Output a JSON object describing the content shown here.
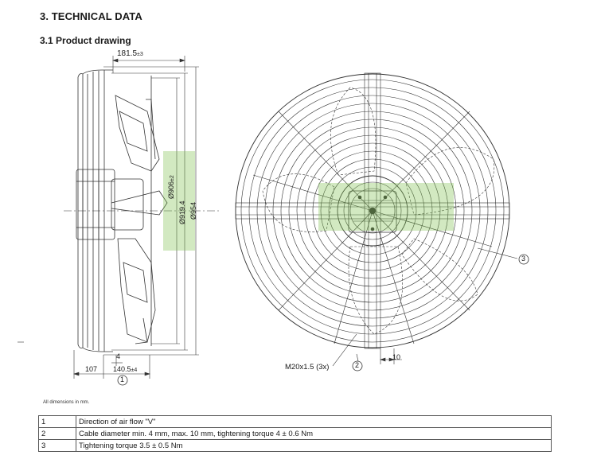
{
  "section_title": "3. TECHNICAL DATA",
  "subsection_title": "3.1 Product drawing",
  "side_view": {
    "dim_top": "181.5",
    "dim_top_tol": "±3",
    "dim_bottom_small": "4",
    "dim_bottom_left": "107",
    "dim_bottom_right": "140.5",
    "dim_bottom_right_tol": "±4",
    "dia_inner": "Ø906",
    "dia_inner_tol": "±2",
    "dia_mid": "Ø919.4",
    "dia_outer": "Ø954",
    "callout_1": "1"
  },
  "front_view": {
    "thread_label": "M20x1.5 (3x)",
    "callout_2": "2",
    "callout_3": "3",
    "dim_10": "10"
  },
  "dimensions_note": "All dimensions in mm.",
  "notes_table": [
    {
      "num": "1",
      "text": "Direction of air flow \"V\""
    },
    {
      "num": "2",
      "text": "Cable diameter min. 4 mm, max. 10 mm, tightening torque 4 ± 0.6 Nm"
    },
    {
      "num": "3",
      "text": "Tightening torque 3.5 ± 0.5 Nm"
    }
  ]
}
